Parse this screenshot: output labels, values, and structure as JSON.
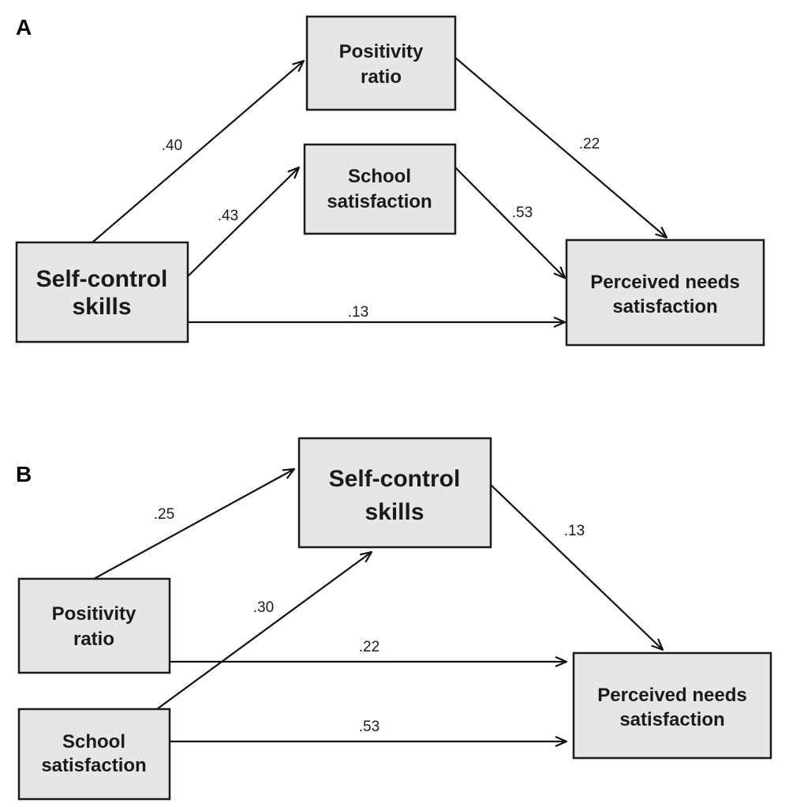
{
  "panels": {
    "a": {
      "label": "A",
      "nodes": {
        "positivity": [
          "Positivity",
          "ratio"
        ],
        "school": [
          "School",
          "satisfaction"
        ],
        "selfcontrol": [
          "Self-control",
          "skills"
        ],
        "needs": [
          "Perceived needs",
          "satisfaction"
        ]
      },
      "paths": {
        "selfcontrol_positivity": ".40",
        "selfcontrol_school": ".43",
        "selfcontrol_needs": ".13",
        "positivity_needs": ".22",
        "school_needs": ".53"
      }
    },
    "b": {
      "label": "B",
      "nodes": {
        "selfcontrol": [
          "Self-control",
          "skills"
        ],
        "positivity": [
          "Positivity",
          "ratio"
        ],
        "school": [
          "School",
          "satisfaction"
        ],
        "needs": [
          "Perceived needs",
          "satisfaction"
        ]
      },
      "paths": {
        "positivity_selfcontrol": ".25",
        "school_selfcontrol": ".30",
        "selfcontrol_needs": ".13",
        "positivity_needs": ".22",
        "school_needs": ".53"
      }
    }
  }
}
